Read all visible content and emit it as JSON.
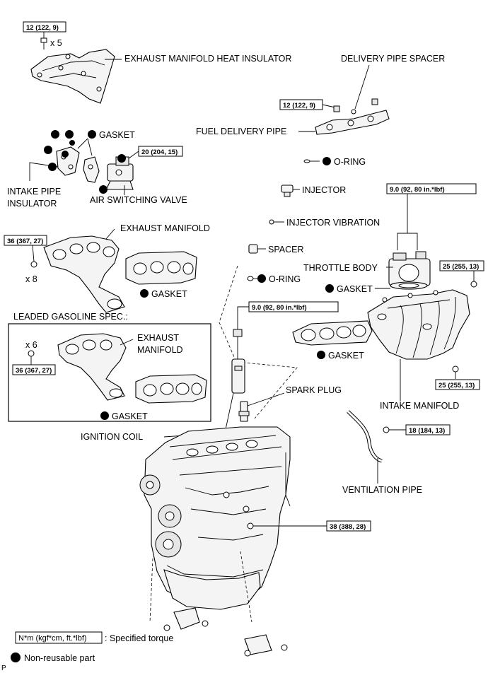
{
  "labels": {
    "exhaust_manifold_heat_insulator": "EXHAUST MANIFOLD HEAT INSULATOR",
    "delivery_pipe_spacer": "DELIVERY PIPE SPACER",
    "fuel_delivery_pipe": "FUEL DELIVERY PIPE",
    "gasket_top": "GASKET",
    "o_ring_top": "O-RING",
    "intake_pipe_insulator_1": "INTAKE PIPE",
    "intake_pipe_insulator_2": "INSULATOR",
    "air_switching_valve": "AIR SWITCHING VALVE",
    "injector": "INJECTOR",
    "injector_vibration": "INJECTOR VIBRATION",
    "exhaust_manifold": "EXHAUST MANIFOLD",
    "spacer": "SPACER",
    "throttle_body": "THROTTLE BODY",
    "gasket_exhaust": "GASKET",
    "o_ring_mid": "O-RING",
    "gasket_throttle": "GASKET",
    "leaded_spec": "LEADED GASOLINE SPEC.:",
    "exhaust_manifold_leaded_1": "EXHAUST",
    "exhaust_manifold_leaded_2": "MANIFOLD",
    "gasket_intake": "GASKET",
    "spark_plug": "SPARK PLUG",
    "gasket_leaded": "GASKET",
    "intake_manifold": "INTAKE MANIFOLD",
    "ignition_coil": "IGNITION COIL",
    "ventilation_pipe": "VENTILATION PIPE",
    "x5": "x 5",
    "x8": "x 8",
    "x6": "x 6"
  },
  "torques": {
    "heat_insulator": "12 (122, 9)",
    "delivery_pipe": "12 (122, 9)",
    "air_switching_valve": "20 (204, 15)",
    "throttle_body": "9.0 (92, 80 in.*lbf)",
    "exhaust_manifold": "36 (367, 27)",
    "intake_manifold_upper": "25 (255, 13)",
    "ignition_coil": "9.0 (92, 80 in.*lbf)",
    "exhaust_manifold_leaded": "36 (367, 27)",
    "intake_manifold_lower": "25 (255, 13)",
    "ventilation_pipe": "18 (184, 13)",
    "engine_mount": "38 (388, 28)"
  },
  "legend": {
    "torque_unit": "N*m (kgf*cm, ft.*lbf)",
    "torque_desc": ": Specified torque",
    "non_reusable": "Non-reusable part"
  },
  "corner_code": "P"
}
